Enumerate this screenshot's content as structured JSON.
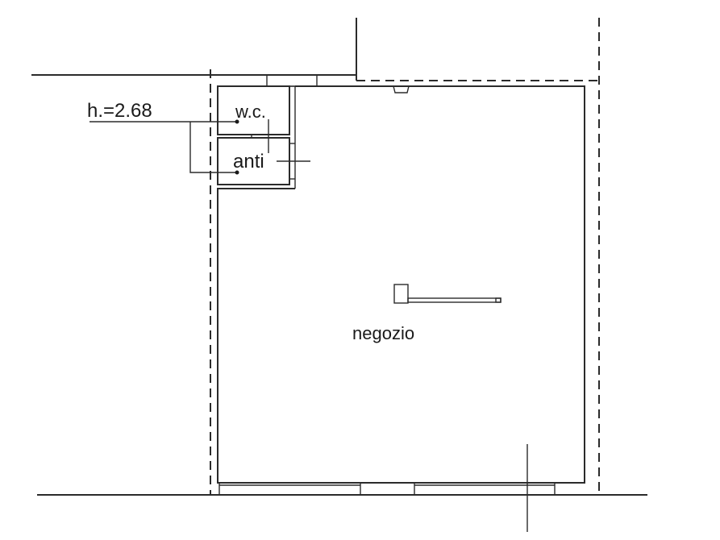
{
  "diagram": {
    "type": "floor-plan",
    "rooms": [
      {
        "id": "wc",
        "label": "w.c."
      },
      {
        "id": "anti",
        "label": "anti"
      },
      {
        "id": "negozio",
        "label": "negozio"
      }
    ],
    "annotations": {
      "height_label": "h.=2.68"
    },
    "colors": {
      "line": "#2b2b2b",
      "background": "#ffffff"
    }
  }
}
